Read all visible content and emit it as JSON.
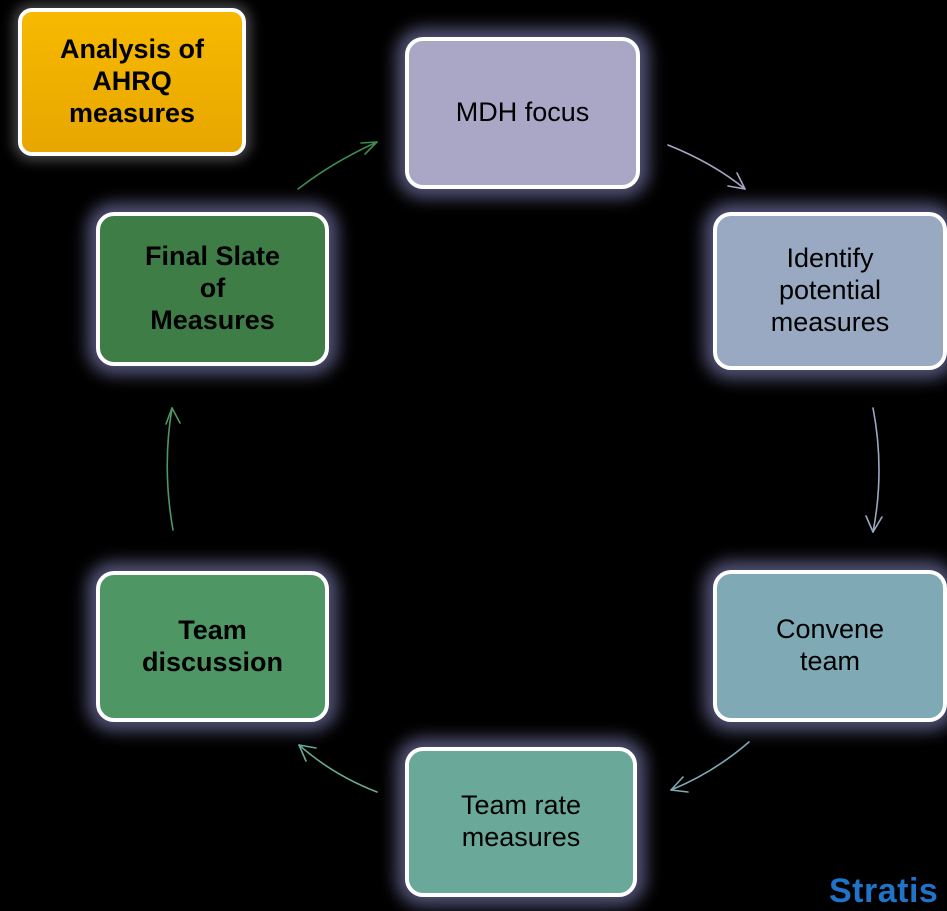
{
  "diagram": {
    "nodes": {
      "analysis": "Analysis of\nAHRQ\nmeasures",
      "mdh": "MDH focus",
      "identify": "Identify\npotential\nmeasures",
      "convene": "Convene\nteam",
      "rate": "Team rate\nmeasures",
      "discussion": "Team\ndiscussion",
      "final": "Final Slate\nof\nMeasures"
    },
    "colors": {
      "analysis": "#f7b900",
      "mdh": "#a9a6c6",
      "identify": "#99a9c2",
      "convene": "#7ea9b5",
      "rate": "#6aa899",
      "discussion": "#4f9665",
      "final": "#3e7e46",
      "glow": "#9696d7"
    }
  },
  "branding": {
    "logo_text": "Stratis"
  }
}
